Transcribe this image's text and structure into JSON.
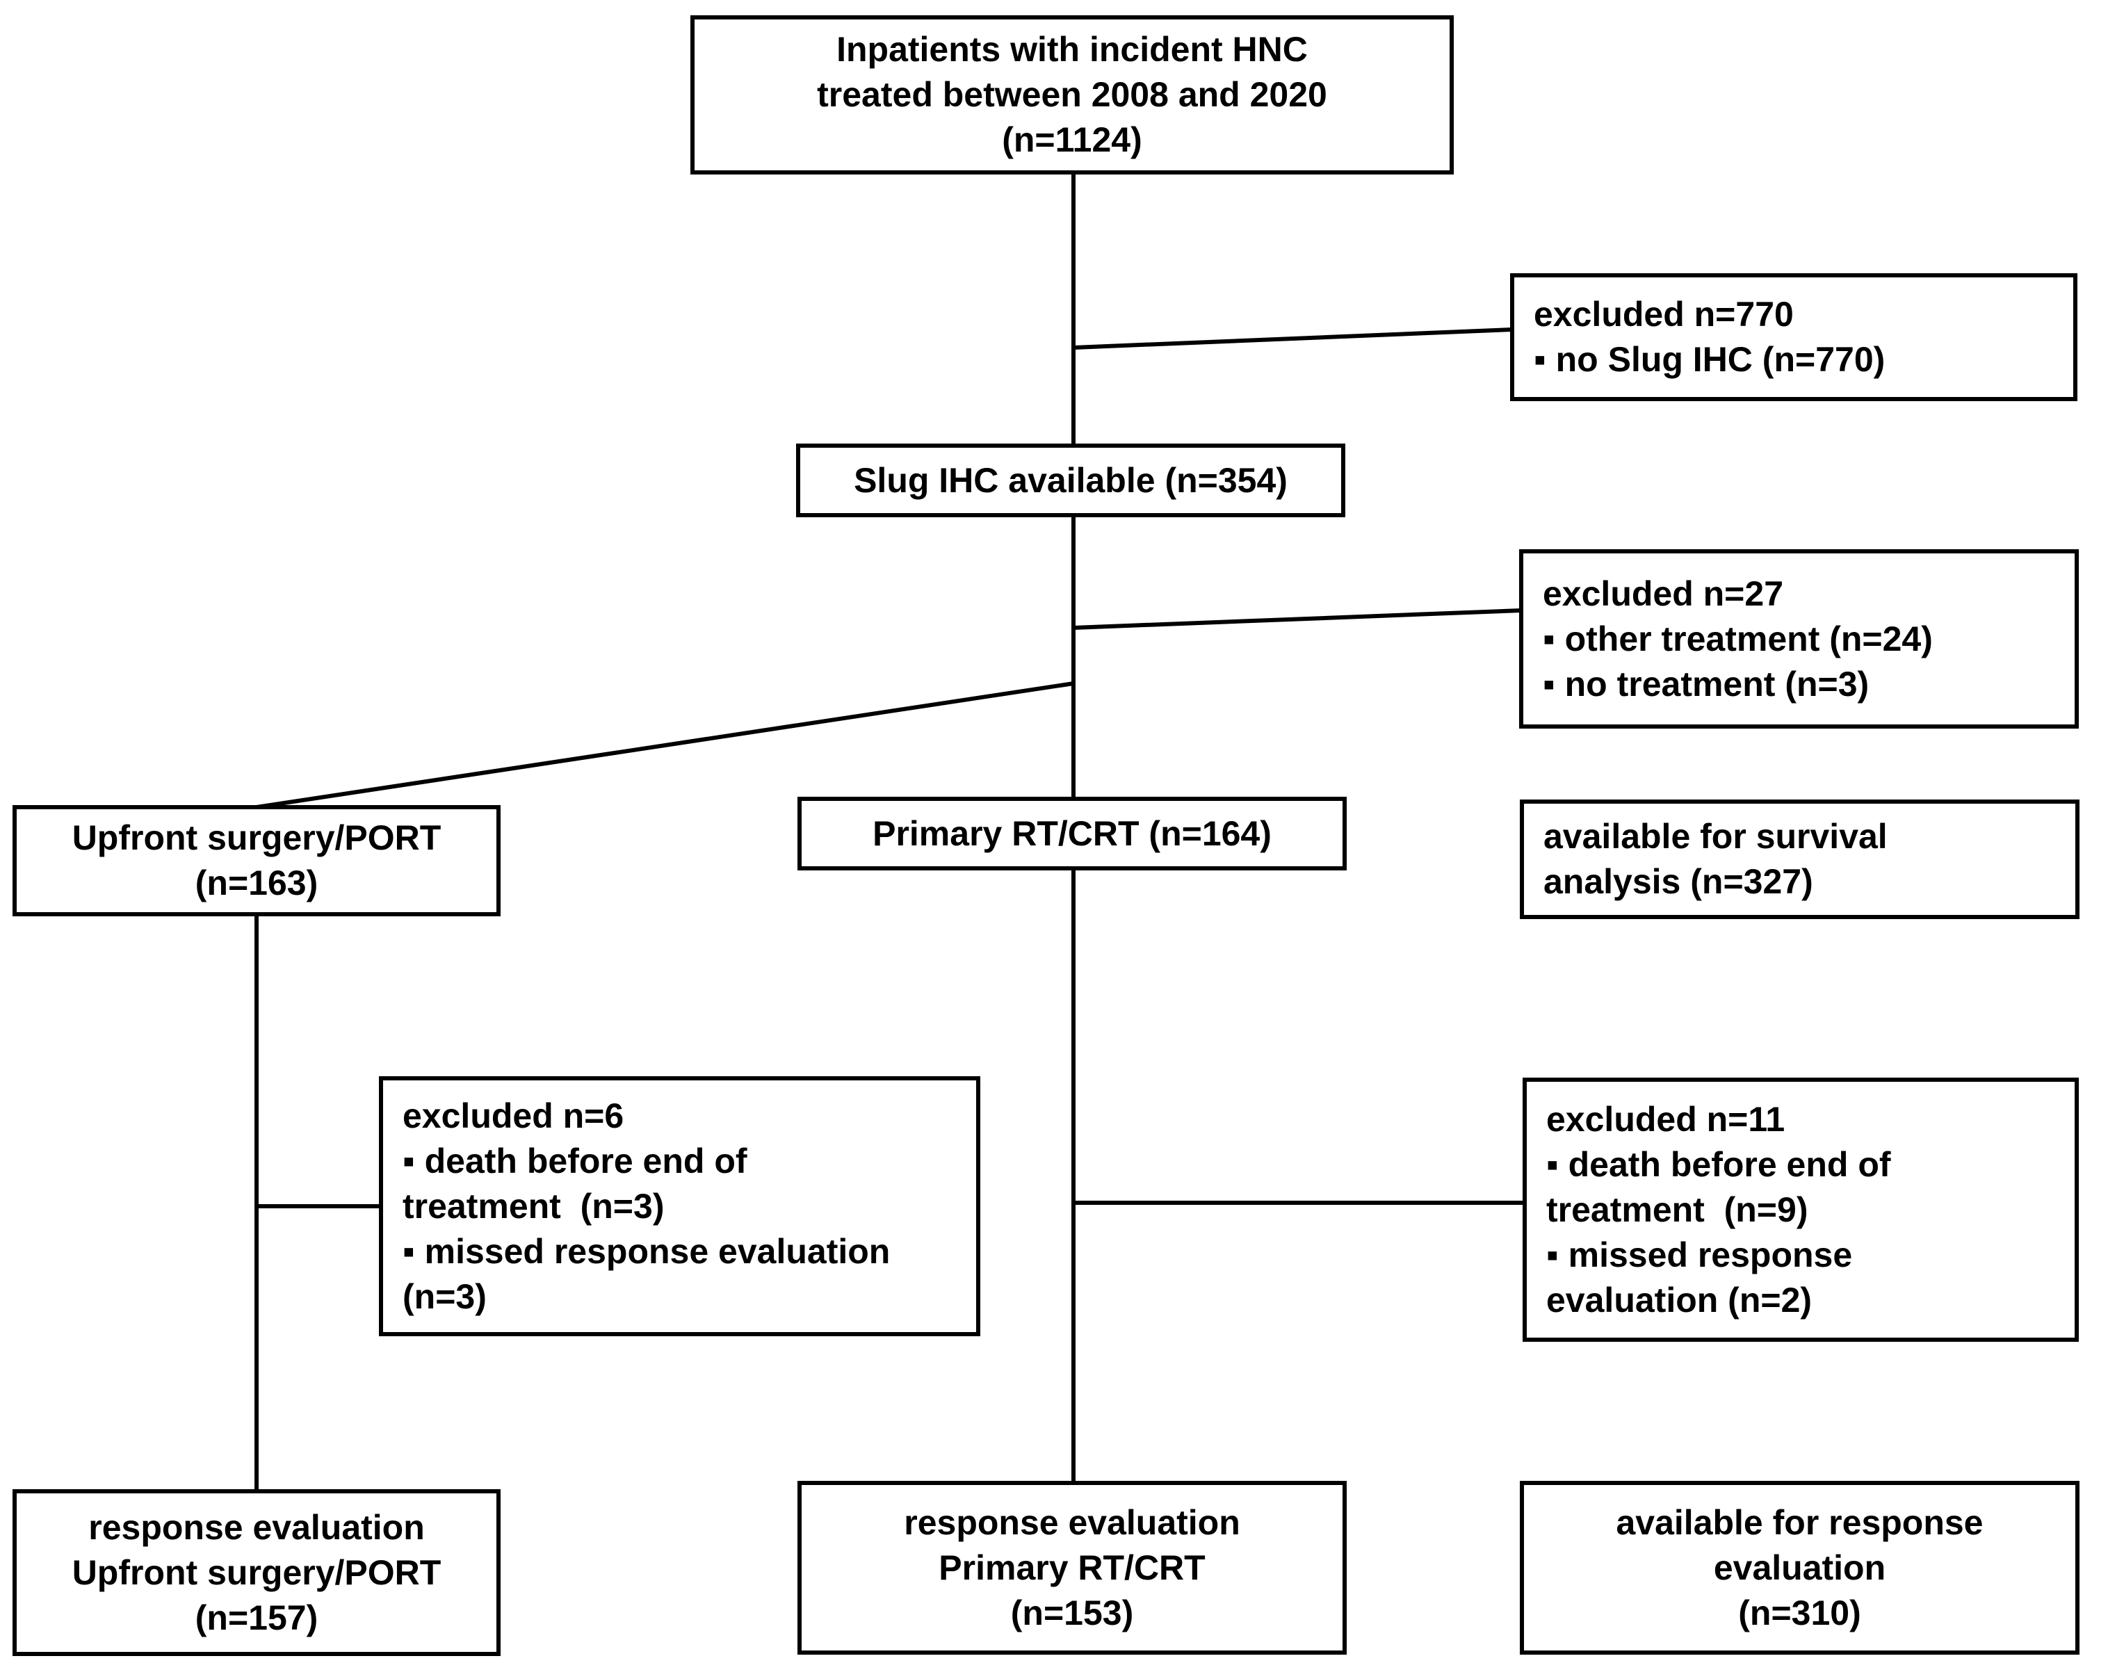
{
  "figure": {
    "type": "patient-flow-diagram",
    "colors": {
      "box_border": "#000000",
      "box_background": "#ffffff",
      "connector_line": "#000000",
      "text": "#000000",
      "page_background": "#ffffff"
    }
  },
  "boxes": {
    "inpatients": {
      "text": "Inpatients with incident HNC\ntreated between 2008 and 2020\n(n=1124)"
    },
    "excluded_no_slug": {
      "text": "excluded n=770\n▪ no Slug IHC (n=770)"
    },
    "slug_available": {
      "text": "Slug IHC available (n=354)"
    },
    "excluded_treatment": {
      "text": "excluded n=27\n▪ other treatment (n=24)\n▪ no treatment (n=3)"
    },
    "upfront_surgery": {
      "text": "Upfront surgery/PORT\n(n=163)"
    },
    "primary_rtcrt": {
      "text": "Primary RT/CRT (n=164)"
    },
    "survival_analysis": {
      "text": "available for survival\nanalysis (n=327)"
    },
    "excluded_upfront": {
      "text": "excluded n=6\n▪ death before end of\ntreatment  (n=3)\n▪ missed response evaluation\n(n=3)"
    },
    "excluded_primary": {
      "text": "excluded n=11\n▪ death before end of\ntreatment  (n=9)\n▪ missed response\nevaluation (n=2)"
    },
    "response_upfront": {
      "text": "response evaluation\nUpfront surgery/PORT\n(n=157)"
    },
    "response_primary": {
      "text": "response evaluation\nPrimary RT/CRT\n(n=153)"
    },
    "response_available": {
      "text": "available for response\nevaluation\n(n=310)"
    }
  }
}
